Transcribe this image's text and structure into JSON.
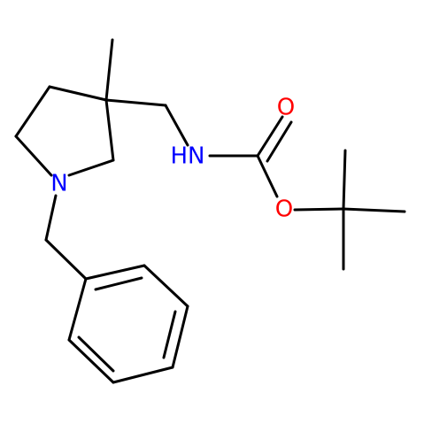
{
  "diagram": {
    "atoms": {
      "nitrogen_ring": "N",
      "nitrogen_amide": "HN",
      "oxygen_carbonyl": "O",
      "oxygen_ester": "O"
    },
    "colors": {
      "bond": "#000000",
      "nitrogen": "#0000ff",
      "oxygen": "#ff0000",
      "background": "#ffffff"
    }
  }
}
